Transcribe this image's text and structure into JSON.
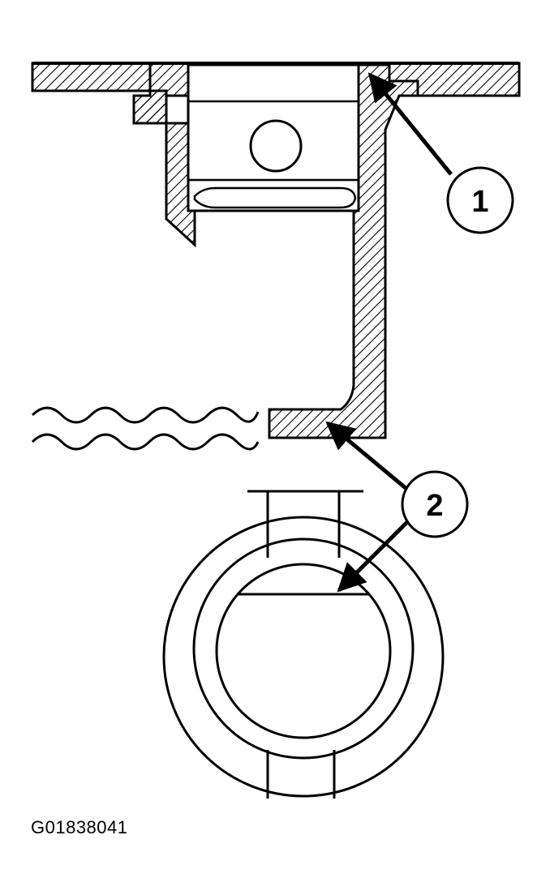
{
  "callouts": [
    {
      "id": 1,
      "label": "1"
    },
    {
      "id": 2,
      "label": "2"
    }
  ],
  "figure_code": "G01838041",
  "colors": {
    "ink": "#000000",
    "paper": "#ffffff"
  }
}
